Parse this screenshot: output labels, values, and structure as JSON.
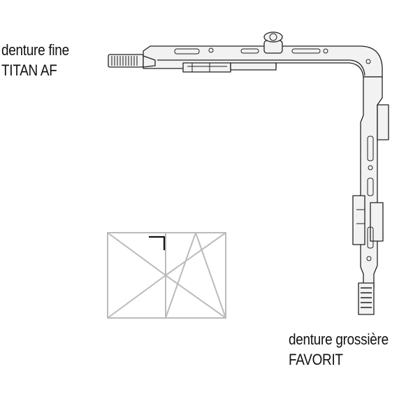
{
  "labels": {
    "top": {
      "line1": "denture fine",
      "line2": "TITAN AF"
    },
    "bottom": {
      "line1": "denture grossière",
      "line2": "FAVORIT"
    }
  },
  "colors": {
    "text": "#111111",
    "metal_outline": "#222222",
    "metal_fill": "#f2f2f2",
    "teeth": "#555555",
    "diagram_lines": "#bbbbbb",
    "marker": "#111111"
  },
  "icons": {
    "hardware": "corner-drive-hardware",
    "diagram": "window-opening-diagram"
  }
}
